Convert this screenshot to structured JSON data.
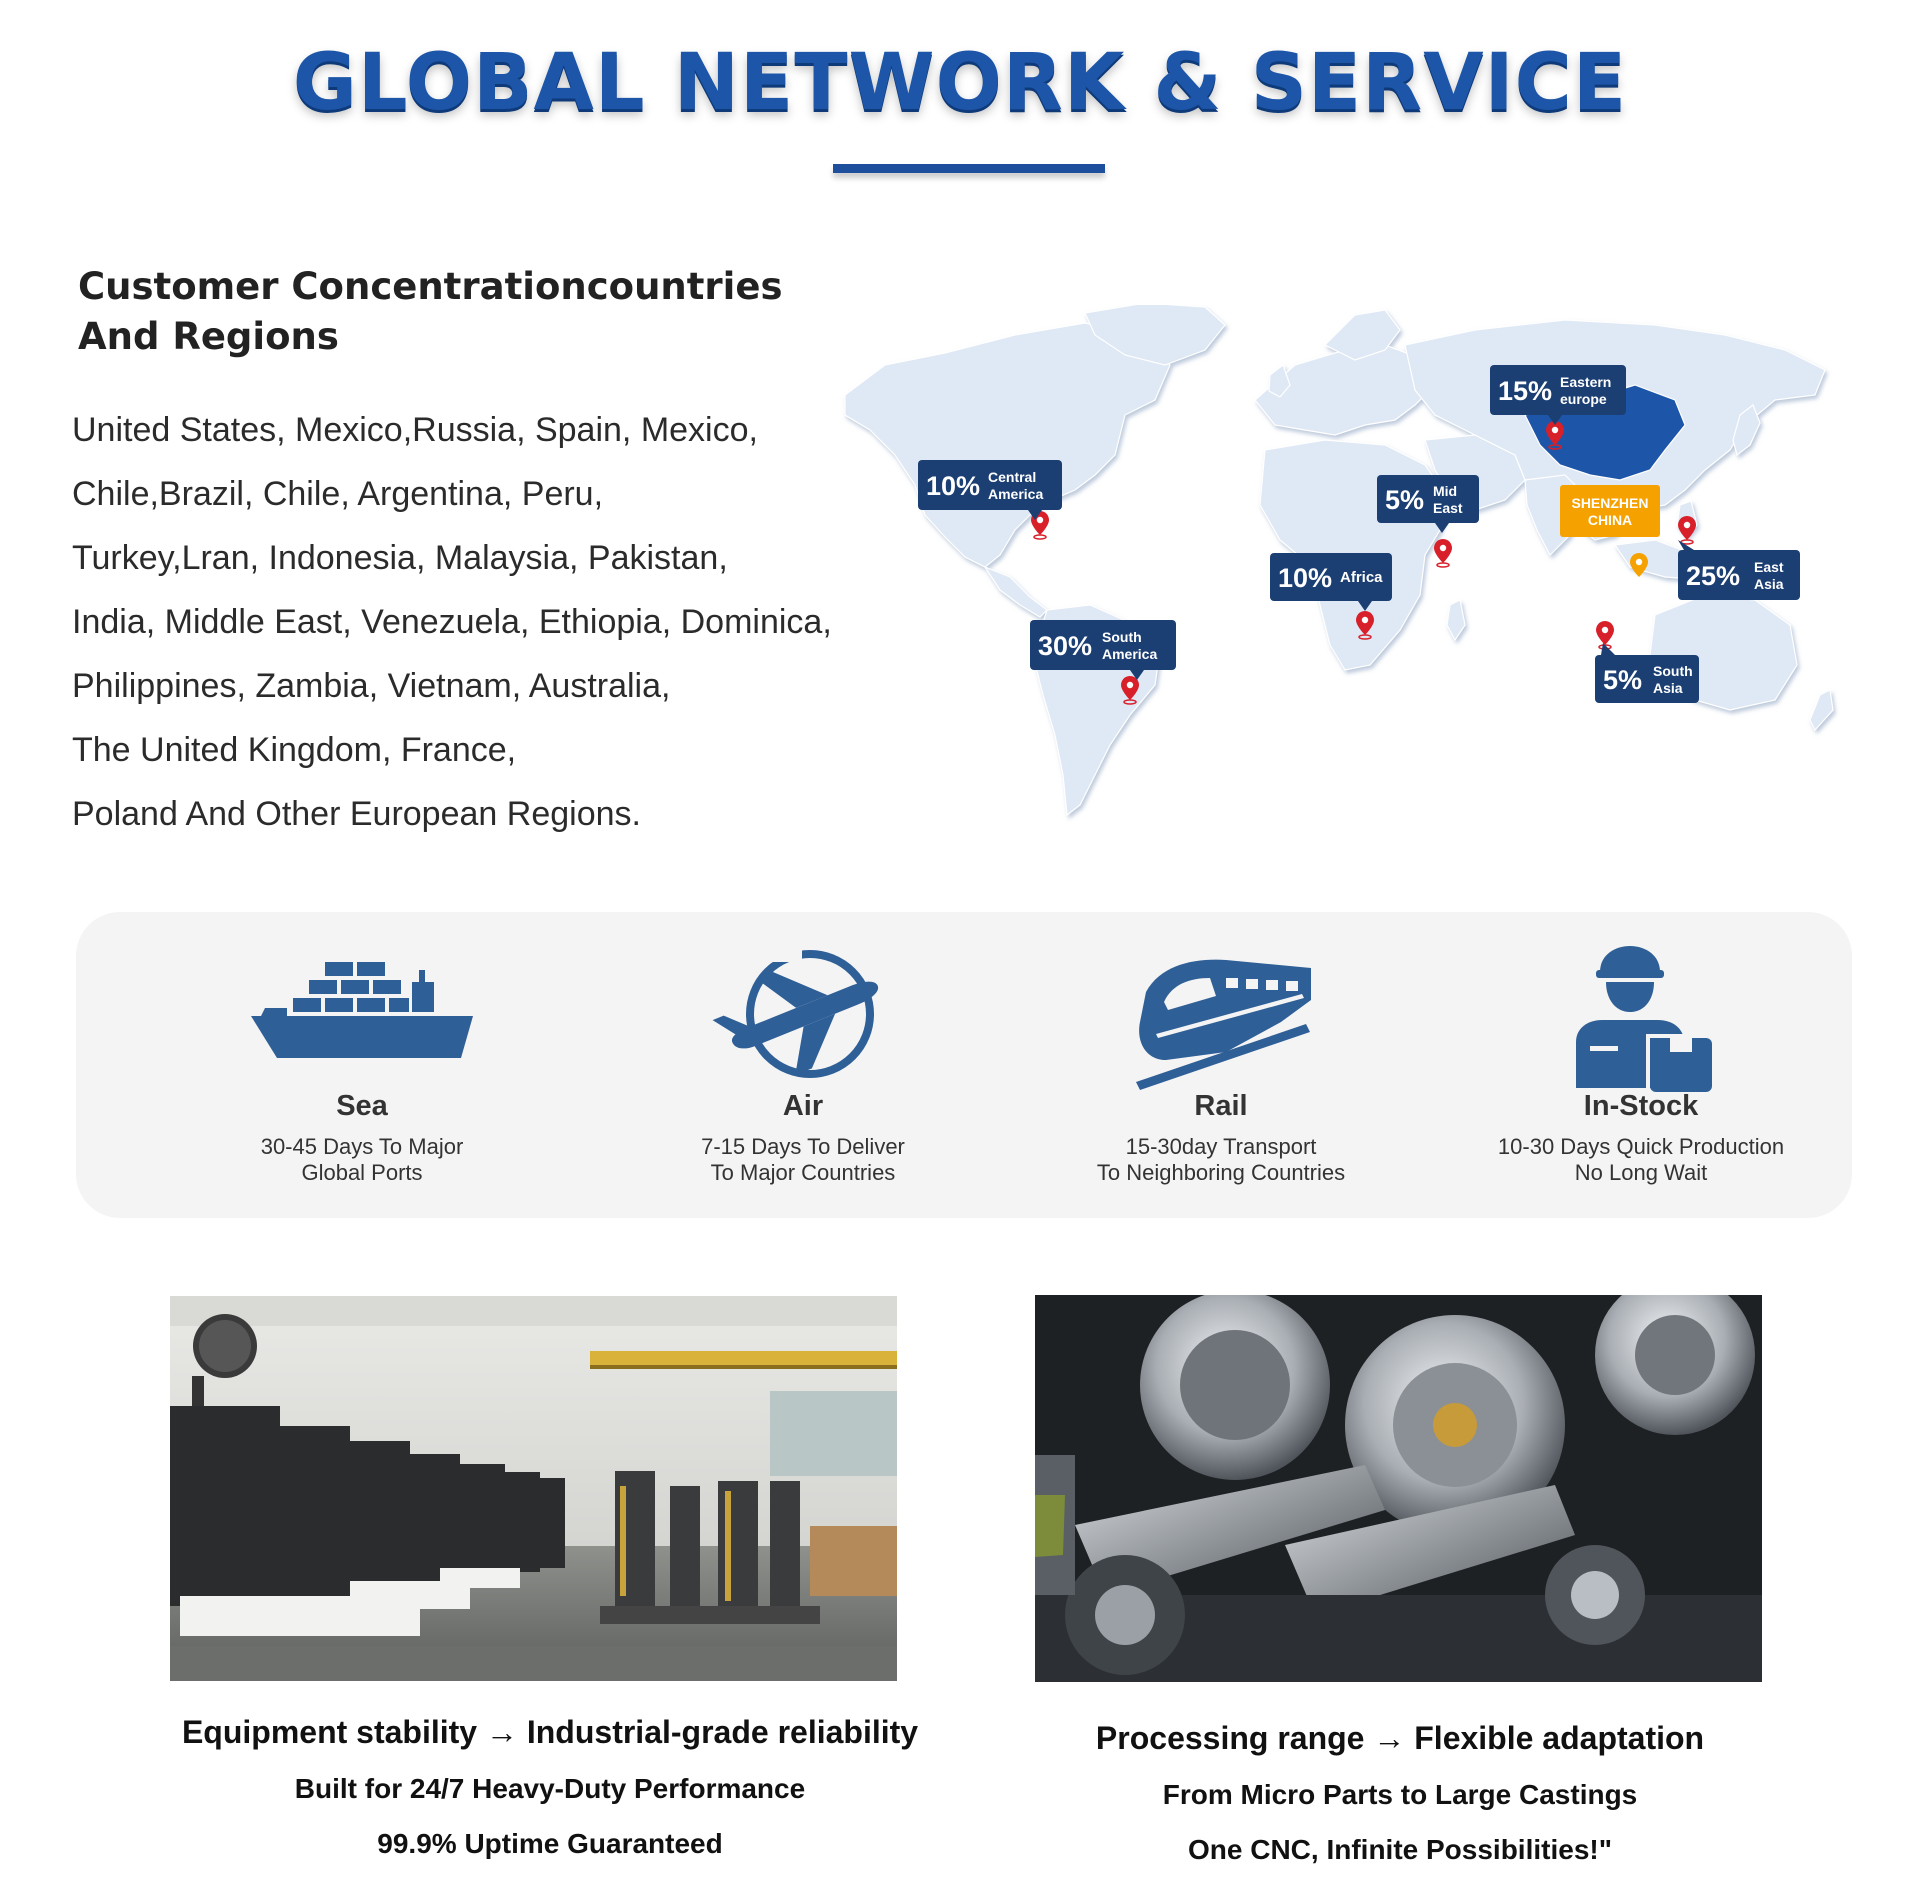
{
  "page": {
    "title": "GLOBAL NETWORK & SERVICE"
  },
  "customers": {
    "heading_lines": [
      "Customer Concentrationcountries",
      "And Regions"
    ],
    "country_lines": [
      "United States, Mexico,Russia, Spain, Mexico,",
      "Chile,Brazil, Chile, Argentina, Peru,",
      "Turkey,Lran, Indonesia, Malaysia, Pakistan,",
      "India, Middle East, Venezuela, Ethiopia, Dominica,",
      "Philippines, Zambia, Vietnam, Australia,",
      "The United Kingdom, France,",
      "Poland And Other European Regions."
    ]
  },
  "map": {
    "regions": [
      {
        "percent": "10%",
        "line1": "Central",
        "line2": "America"
      },
      {
        "percent": "30%",
        "line1": "South",
        "line2": "America"
      },
      {
        "percent": "15%",
        "line1": "Eastern",
        "line2": "europe"
      },
      {
        "percent": "5%",
        "line1": "Mid",
        "line2": "East"
      },
      {
        "percent": "10%",
        "line1": "Africa",
        "line2": ""
      },
      {
        "percent": "25%",
        "line1": "East",
        "line2": "Asia"
      },
      {
        "percent": "5%",
        "line1": "South",
        "line2": "Asia"
      }
    ],
    "hq": {
      "line1": "SHENZHEN",
      "line2": "CHINA"
    },
    "colors": {
      "land": "#dfe8f5",
      "badge": "#1b3f73",
      "pin": "#d8202a",
      "hq": "#f5a100"
    }
  },
  "transport": [
    {
      "name": "Sea",
      "icon": "cargo-ship-icon",
      "line1": "30-45 Days To Major",
      "line2": "Global Ports"
    },
    {
      "name": "Air",
      "icon": "airplane-icon",
      "line1": "7-15 Days To Deliver",
      "line2": "To Major Countries"
    },
    {
      "name": "Rail",
      "icon": "train-icon",
      "line1": "15-30day Transport",
      "line2": "To Neighboring Countries"
    },
    {
      "name": "In-Stock",
      "icon": "warehouse-worker-icon",
      "line1": "10-30 Days Quick Production",
      "line2": "No Long Wait"
    }
  ],
  "features": [
    {
      "image": "factory-floor-photo",
      "heading": "Equipment stability → Industrial-grade reliability",
      "line1": "Built for 24/7 Heavy-Duty Performance",
      "line2": "99.9% Uptime Guaranteed"
    },
    {
      "image": "cnc-turret-photo",
      "heading": "Processing range → Flexible adaptation",
      "line1": "From Micro Parts to Large Castings",
      "line2": "One CNC, Infinite Possibilities!\""
    }
  ],
  "colors": {
    "primary": "#1d56a8",
    "icon": "#2f5f97",
    "panel": "#f4f4f4"
  }
}
